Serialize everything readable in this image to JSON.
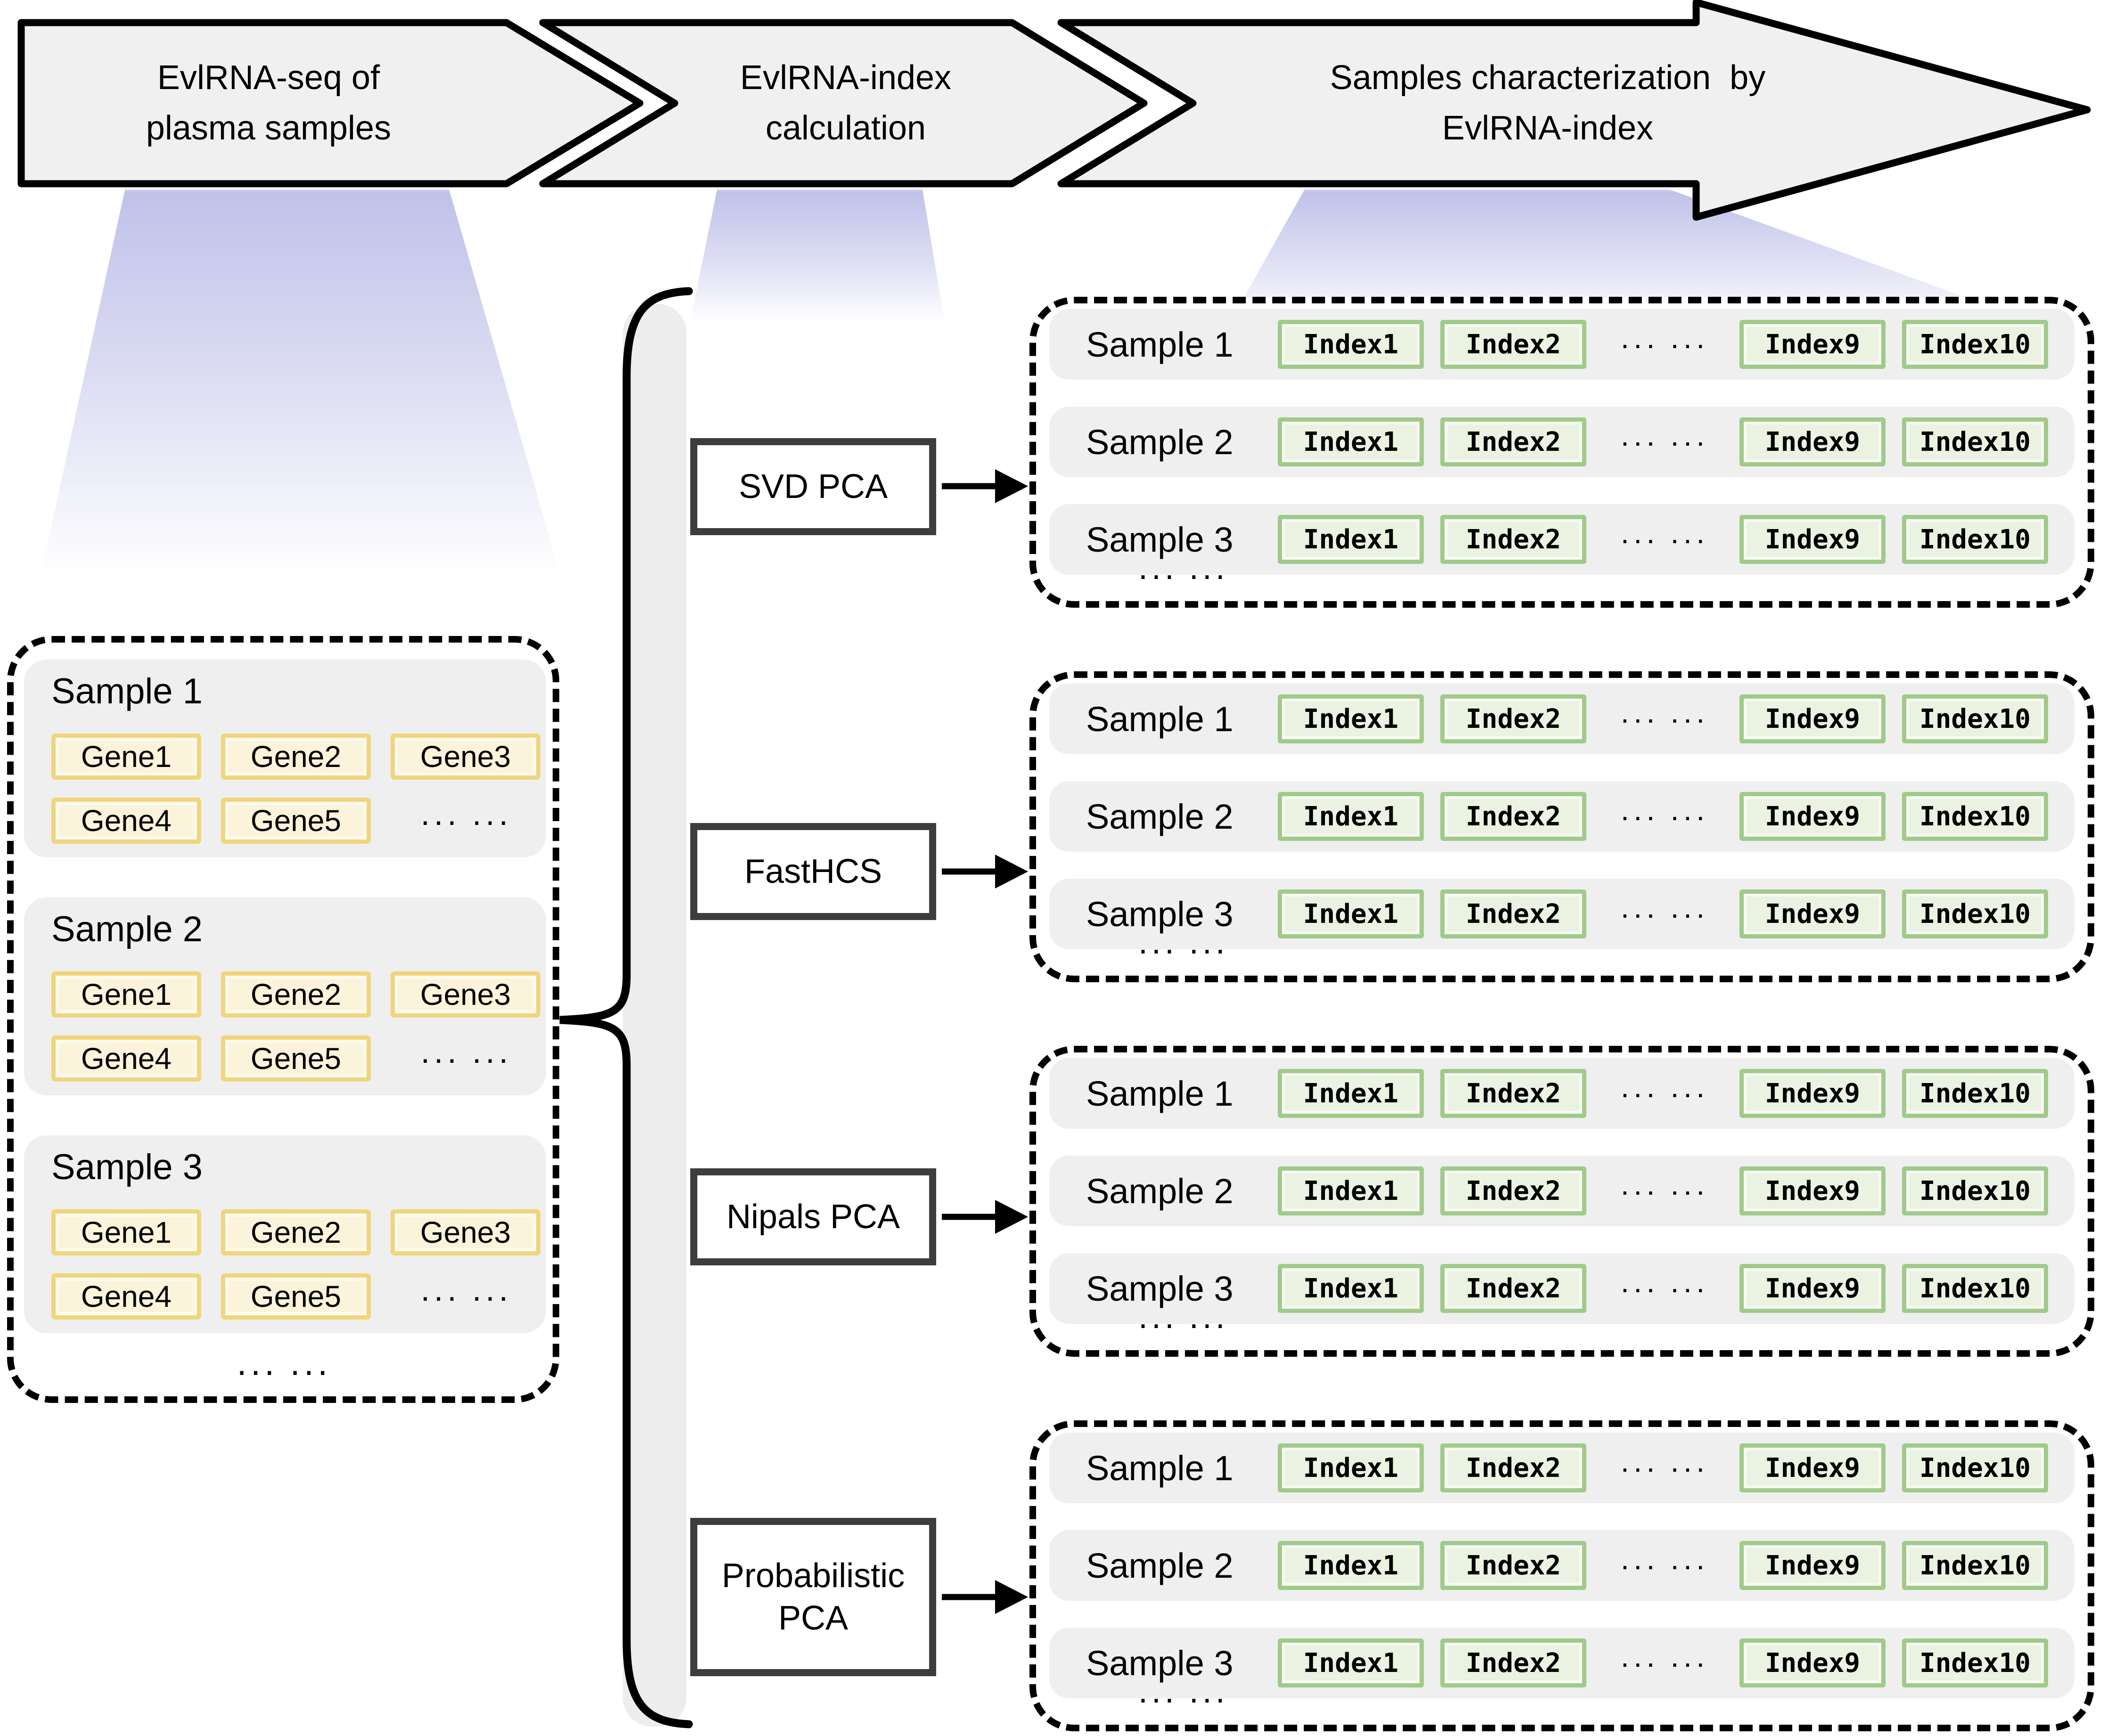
{
  "arrows": [
    {
      "line1": "EvlRNA-seq of",
      "line2": "plasma samples"
    },
    {
      "line1": "EvlRNA-index",
      "line2": "calculation"
    },
    {
      "line1": "Samples characterization  by",
      "line2": "EvlRNA-index"
    }
  ],
  "methods": [
    "SVD PCA",
    "FastHCS",
    "Nipals PCA",
    "Probabilistic PCA"
  ],
  "left_panel": {
    "samples": [
      {
        "title": "Sample 1",
        "genes": [
          "Gene1",
          "Gene2",
          "Gene3",
          "Gene4",
          "Gene5"
        ],
        "dots": "··· ···"
      },
      {
        "title": "Sample 2",
        "genes": [
          "Gene1",
          "Gene2",
          "Gene3",
          "Gene4",
          "Gene5"
        ],
        "dots": "··· ···"
      },
      {
        "title": "Sample 3",
        "genes": [
          "Gene1",
          "Gene2",
          "Gene3",
          "Gene4",
          "Gene5"
        ],
        "dots": "··· ···"
      }
    ],
    "bottom_dots": "··· ···"
  },
  "results": {
    "boxes": [
      {
        "rows": [
          {
            "sample": "Sample 1",
            "indices": [
              "Index1",
              "Index2",
              "Index9",
              "Index10"
            ],
            "dots": "··· ···"
          },
          {
            "sample": "Sample 2",
            "indices": [
              "Index1",
              "Index2",
              "Index9",
              "Index10"
            ],
            "dots": "··· ···"
          },
          {
            "sample": "Sample 3",
            "indices": [
              "Index1",
              "Index2",
              "Index9",
              "Index10"
            ],
            "dots": "··· ···"
          }
        ],
        "bottom_dots": "··· ···"
      },
      {
        "rows": [
          {
            "sample": "Sample 1",
            "indices": [
              "Index1",
              "Index2",
              "Index9",
              "Index10"
            ],
            "dots": "··· ···"
          },
          {
            "sample": "Sample 2",
            "indices": [
              "Index1",
              "Index2",
              "Index9",
              "Index10"
            ],
            "dots": "··· ···"
          },
          {
            "sample": "Sample 3",
            "indices": [
              "Index1",
              "Index2",
              "Index9",
              "Index10"
            ],
            "dots": "··· ···"
          }
        ],
        "bottom_dots": "··· ···"
      },
      {
        "rows": [
          {
            "sample": "Sample 1",
            "indices": [
              "Index1",
              "Index2",
              "Index9",
              "Index10"
            ],
            "dots": "··· ···"
          },
          {
            "sample": "Sample 2",
            "indices": [
              "Index1",
              "Index2",
              "Index9",
              "Index10"
            ],
            "dots": "··· ···"
          },
          {
            "sample": "Sample 3",
            "indices": [
              "Index1",
              "Index2",
              "Index9",
              "Index10"
            ],
            "dots": "··· ···"
          }
        ],
        "bottom_dots": "··· ···"
      },
      {
        "rows": [
          {
            "sample": "Sample 1",
            "indices": [
              "Index1",
              "Index2",
              "Index9",
              "Index10"
            ],
            "dots": "··· ···"
          },
          {
            "sample": "Sample 2",
            "indices": [
              "Index1",
              "Index2",
              "Index9",
              "Index10"
            ],
            "dots": "··· ···"
          },
          {
            "sample": "Sample 3",
            "indices": [
              "Index1",
              "Index2",
              "Index9",
              "Index10"
            ],
            "dots": "··· ···"
          }
        ],
        "bottom_dots": "··· ···"
      }
    ]
  },
  "colors": {
    "gene_border": "#f0d57c",
    "gene_fill": "#fbf3da",
    "index_border": "#a0ca8a",
    "index_fill": "#eaf2e1",
    "card_gray": "#efefef",
    "beam": "#bfc1e9",
    "method_border": "#3d3d3d",
    "arrow_fill": "#f0f0f0"
  }
}
